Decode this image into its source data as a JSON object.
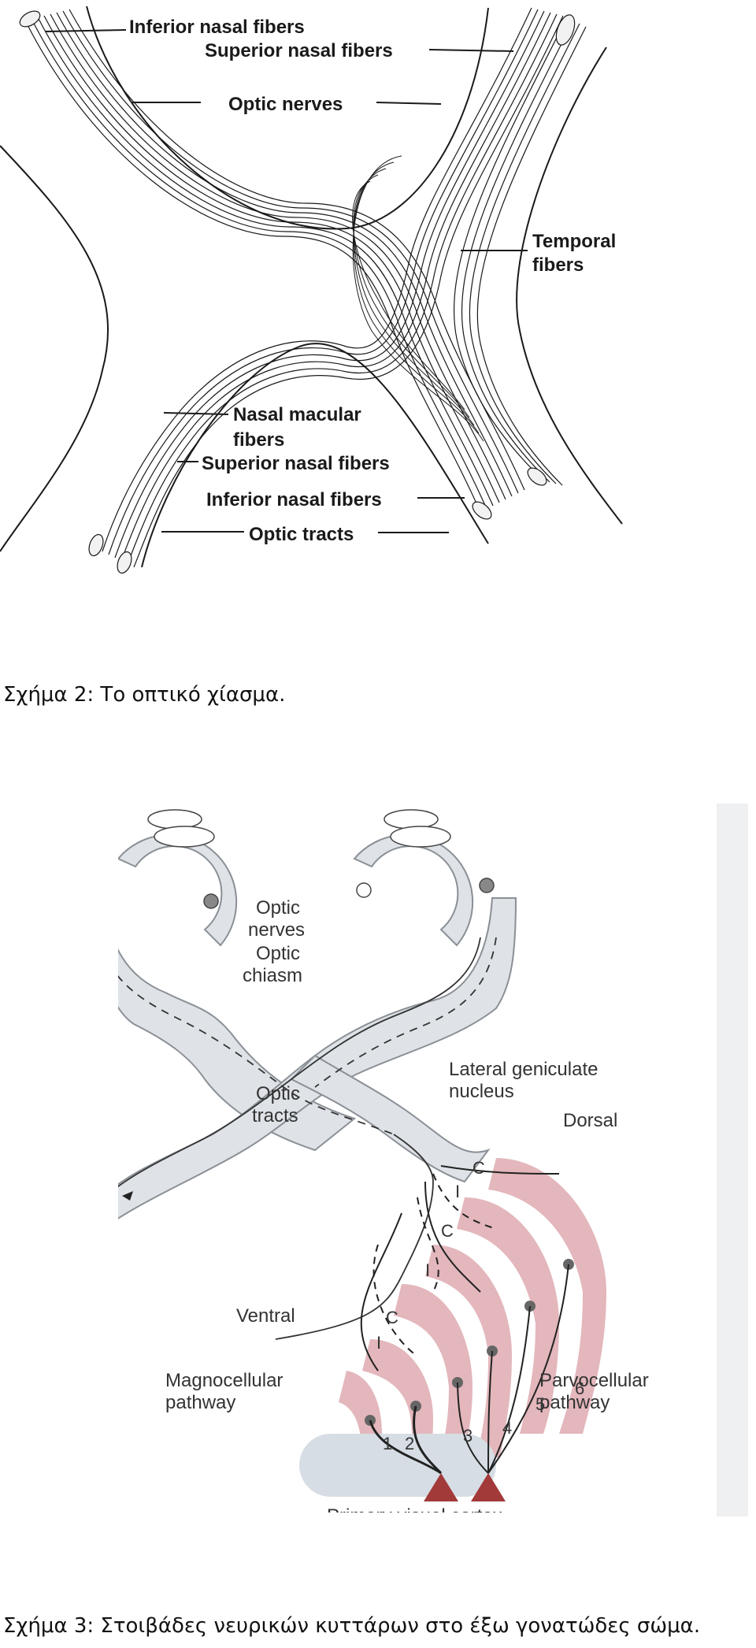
{
  "figure2": {
    "labels": {
      "inferior_nasal_top": "Inferior nasal fibers",
      "superior_nasal_top": "Superior nasal fibers",
      "optic_nerves": "Optic nerves",
      "temporal_1": "Temporal",
      "temporal_2": "fibers",
      "nasal_macular_1": "Nasal macular",
      "nasal_macular_2": "fibers",
      "superior_nasal_bottom": "Superior nasal fibers",
      "inferior_nasal_bottom": "Inferior nasal fibers",
      "optic_tracts": "Optic tracts"
    },
    "caption": "Σχήμα 2: Το οπτικό χίασμα."
  },
  "figure3": {
    "labels": {
      "optic_nerves_1": "Optic",
      "optic_nerves_2": "nerves",
      "optic_chiasm_1": "Optic",
      "optic_chiasm_2": "chiasm",
      "optic_tracts_1": "Optic",
      "optic_tracts_2": "tracts",
      "lgn_1": "Lateral geniculate",
      "lgn_2": "nucleus",
      "dorsal": "Dorsal",
      "ventral": "Ventral",
      "magno_1": "Magnocellular",
      "magno_2": "pathway",
      "parvo_1": "Parvocellular",
      "parvo_2": "pathway",
      "cortex_partial": "Primary visual cortex"
    },
    "eye_marks": [
      "C",
      "I",
      "C",
      "I",
      "C",
      "I"
    ],
    "layers": [
      "1",
      "2",
      "3",
      "4",
      "5",
      "6"
    ],
    "caption": "Σχήμα 3: Στοιβάδες νευρικών κυττάρων στο έξω γονατώδες σώμα."
  },
  "colors": {
    "line": "#1a1a1a",
    "nerve_fill": "#dfe3e8",
    "nerve_stroke": "#8a9096",
    "layer_pink": "#e3b7bc",
    "cortex_gray": "#d6dde4",
    "neuron_red": "#a23a3a"
  }
}
